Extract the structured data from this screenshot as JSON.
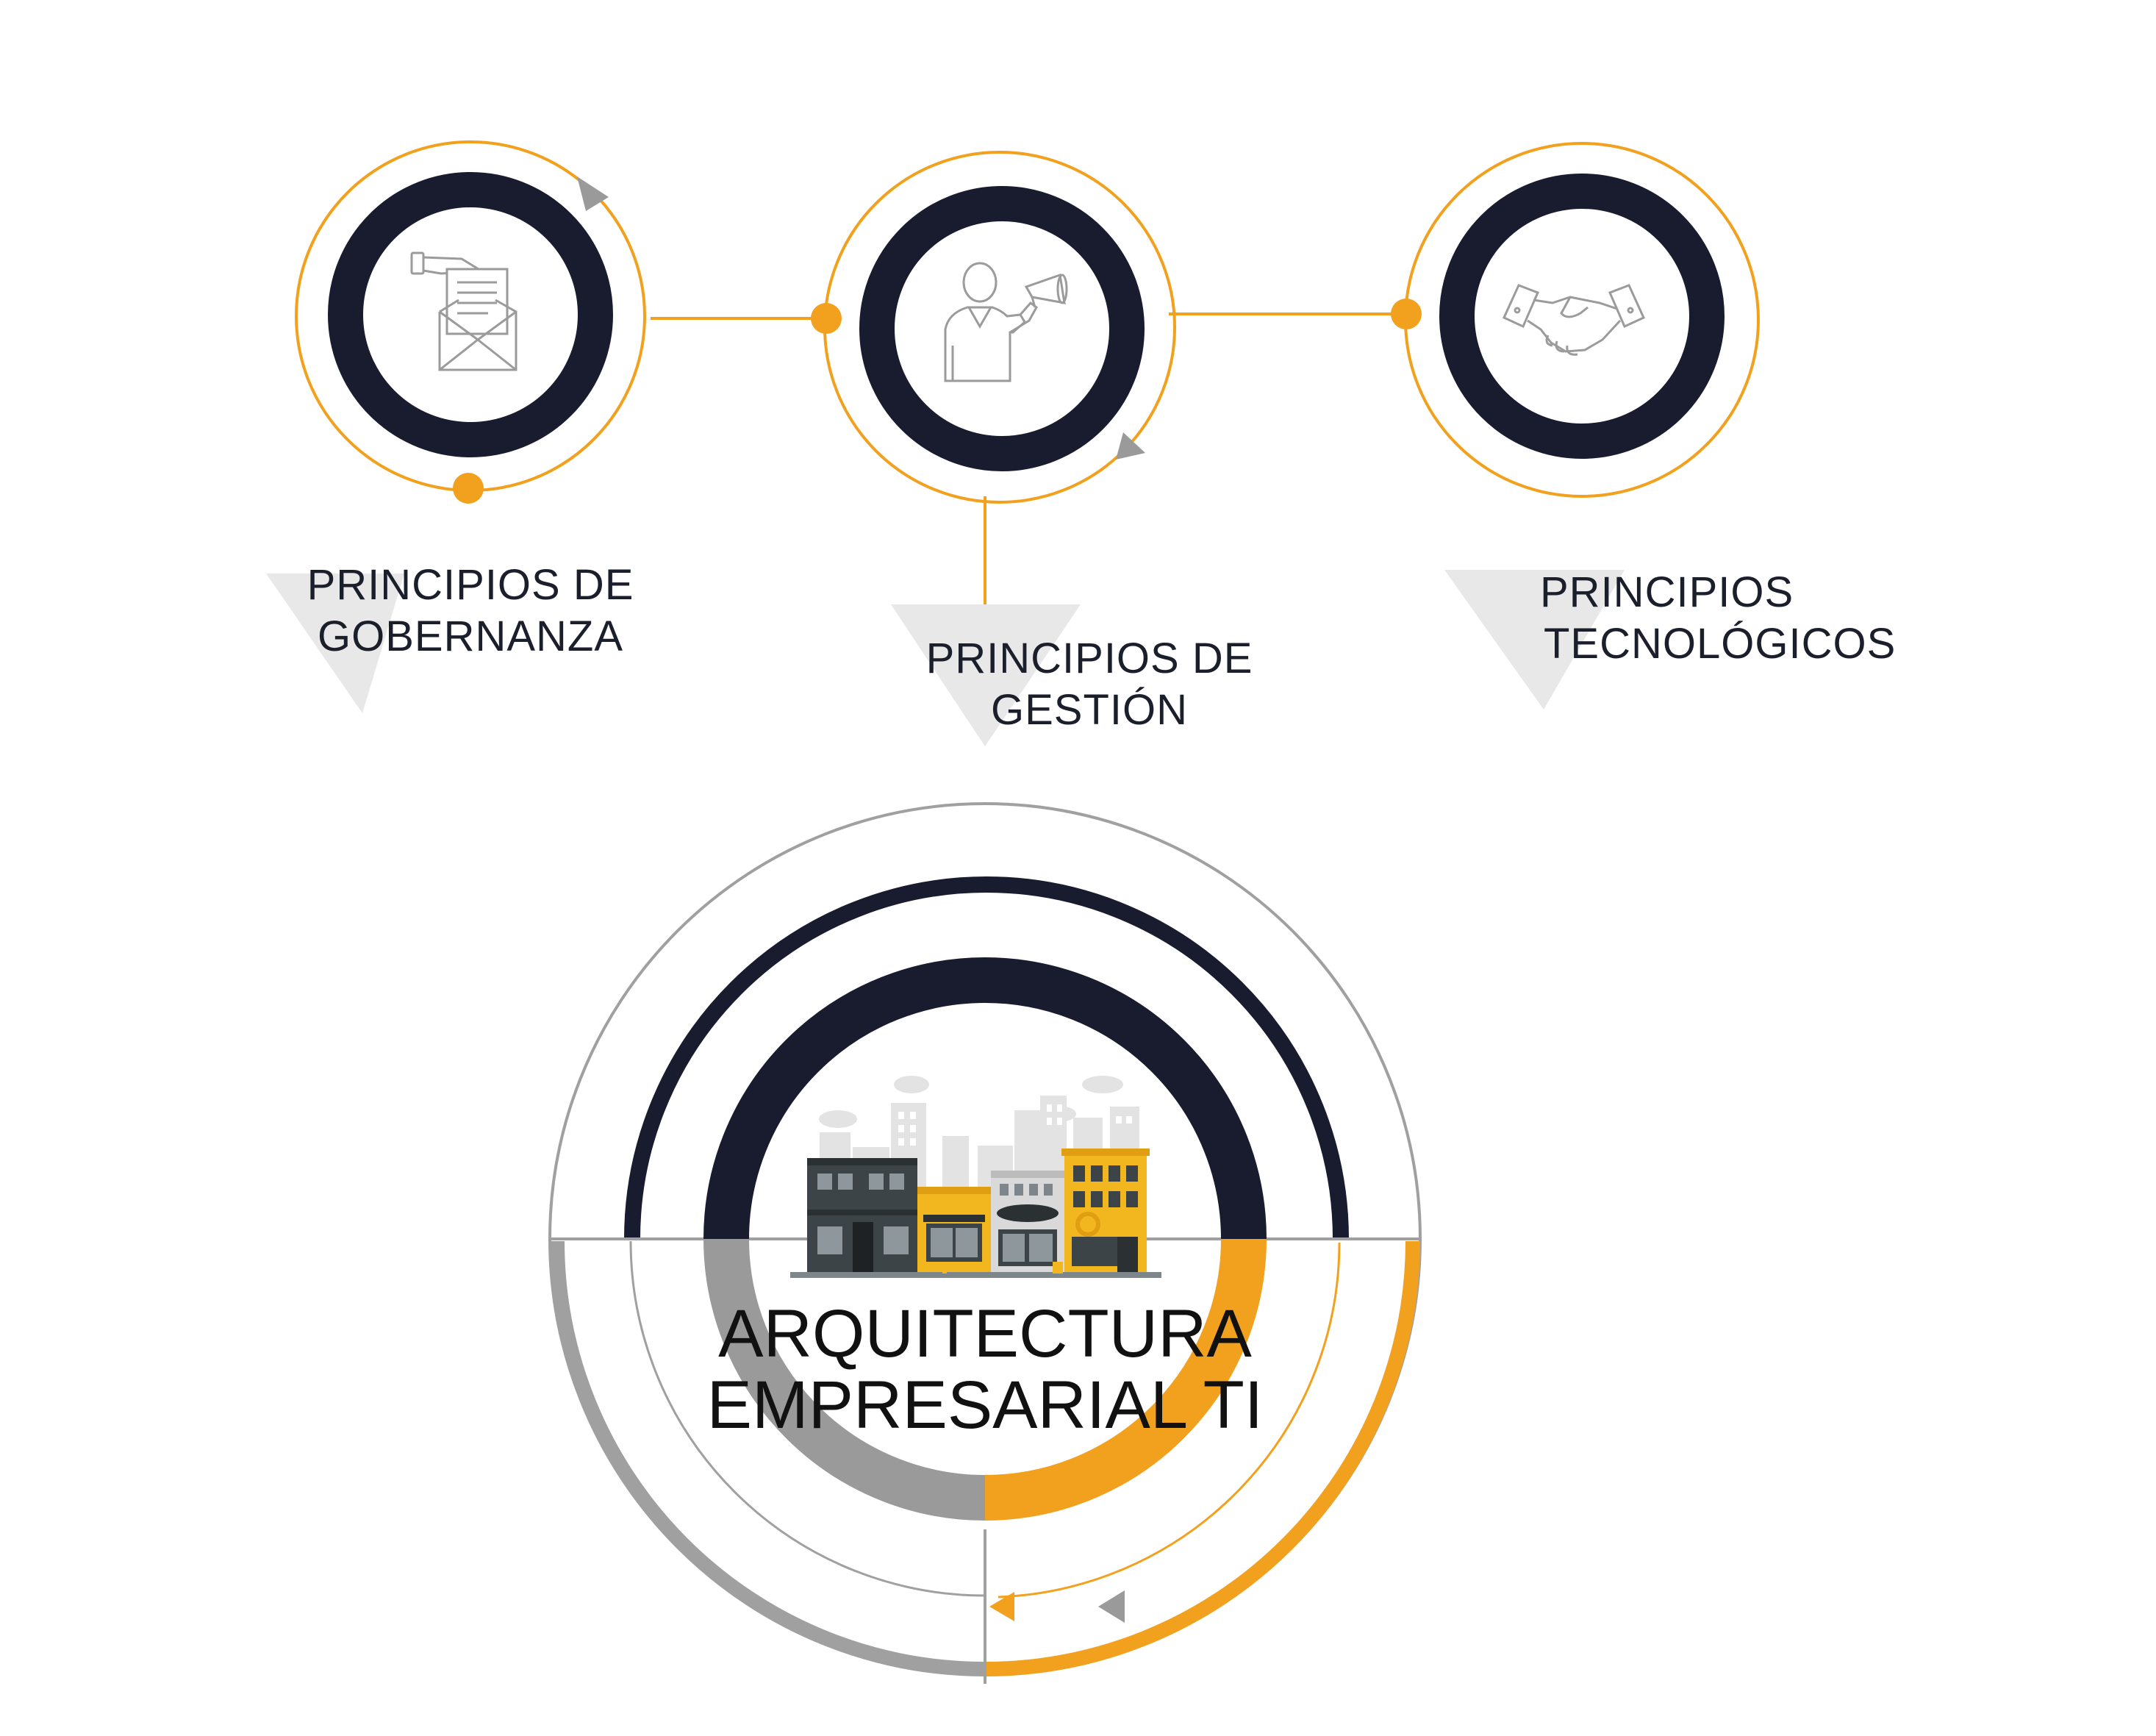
{
  "colors": {
    "navy": "#181c2e",
    "orange": "#f2a11e",
    "gray": "#9a9a9a",
    "light_gray": "#e8e8e8",
    "icon_stroke": "#9b9b9b"
  },
  "principles": [
    {
      "line1": "PRINCIPIOS DE",
      "line2": "GOBERNANZA",
      "icon": "hand-letter-envelope-icon"
    },
    {
      "line1": "PRINCIPIOS DE",
      "line2": "GESTIÓN",
      "icon": "person-megaphone-icon"
    },
    {
      "line1": "PRINCIPIOS",
      "line2": "TECNOLÓGICOS",
      "icon": "handshake-icon"
    }
  ],
  "main": {
    "title_line1": "ARQUITECTURA",
    "title_line2": "EMPRESARIAL TI",
    "illustration": "city-storefronts-icon"
  }
}
